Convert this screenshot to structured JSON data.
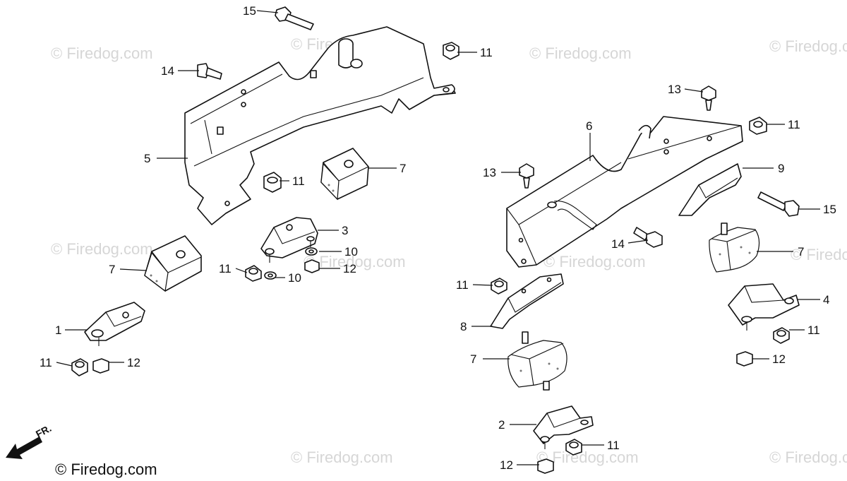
{
  "watermark_text": "© Firedog.com",
  "credit_text": "© Firedog.com",
  "direction_label": "FR.",
  "callouts": [
    "1",
    "2",
    "3",
    "4",
    "5",
    "6",
    "7",
    "7",
    "7",
    "7",
    "8",
    "9",
    "10",
    "10",
    "11",
    "11",
    "11",
    "11",
    "11",
    "11",
    "11",
    "11",
    "12",
    "12",
    "12",
    "12",
    "13",
    "13",
    "14",
    "14",
    "15",
    "15"
  ]
}
